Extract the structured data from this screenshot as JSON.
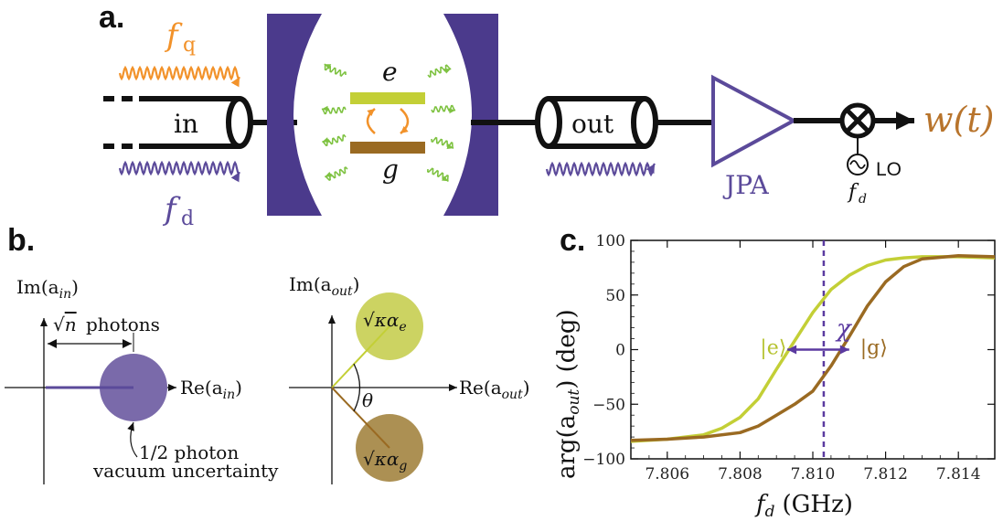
{
  "panels": {
    "a": {
      "label": "a.",
      "fq_symbol": "f",
      "fq_sub": "q",
      "fd_symbol": "f",
      "fd_sub": "d",
      "in_label": "in",
      "out_label": "out",
      "e_label": "e",
      "g_label": "g",
      "jpa_label": "JPA",
      "lo_label": "LO",
      "lo_freq_symbol": "f",
      "lo_freq_sub": "d",
      "output_label": "w(t)",
      "colors": {
        "drive": "#5b4a9a",
        "cavity": "#4b3a8c",
        "qubit_freq": "#f2922a",
        "excited": "#c3cf36",
        "ground": "#9a6a22",
        "photon": "#7ec241",
        "output": "#b8742c"
      }
    },
    "b": {
      "label": "b.",
      "left": {
        "im_axis": "Im(a",
        "im_sub": "in",
        "re_axis": "Re(a",
        "re_sub": "in",
        "photons_label": "photons",
        "photons_symbol": "n",
        "uncertainty_line1": "1/2 photon",
        "uncertainty_line2": "vacuum uncertainty"
      },
      "right": {
        "im_axis": "Im(a",
        "im_sub": "out",
        "re_axis": "Re(a",
        "re_sub": "out",
        "theta": "θ",
        "alpha_e": "κα",
        "alpha_e_sub": "e",
        "alpha_g": "κα",
        "alpha_g_sub": "g"
      }
    },
    "c": {
      "label": "c."
    }
  },
  "chart_data": {
    "type": "line",
    "xlabel": "f_d (GHz)",
    "xlabel_symbol": "f",
    "xlabel_sub": "d",
    "xlabel_unit": "(GHz)",
    "ylabel": "arg(a_out) (deg)",
    "ylabel_prefix": "arg(a",
    "ylabel_sub": "out",
    "ylabel_unit": ") (deg)",
    "xlim": [
      7.805,
      7.815
    ],
    "ylim": [
      -100,
      100
    ],
    "x_ticks": [
      "7.806",
      "7.808",
      "7.810",
      "7.812",
      "7.814"
    ],
    "x_tick_values": [
      7.806,
      7.808,
      7.81,
      7.812,
      7.814
    ],
    "y_ticks": [
      "100",
      "50",
      "0",
      "−50",
      "−100"
    ],
    "y_tick_values": [
      100,
      50,
      0,
      -50,
      -100
    ],
    "dashed_line_x": 7.8103,
    "chi_label": "χ",
    "state_e_label": "|e⟩",
    "state_g_label": "|g⟩",
    "series": [
      {
        "name": "|e⟩",
        "color": "#c3cf36",
        "x": [
          7.805,
          7.806,
          7.807,
          7.8075,
          7.808,
          7.8085,
          7.809,
          7.8095,
          7.81,
          7.8105,
          7.811,
          7.8115,
          7.812,
          7.8125,
          7.813,
          7.814,
          7.815
        ],
        "y": [
          -84,
          -82,
          -78,
          -72,
          -62,
          -45,
          -18,
          8,
          34,
          55,
          68,
          77,
          82,
          84,
          85,
          85,
          84
        ]
      },
      {
        "name": "|g⟩",
        "color": "#9a6a22",
        "x": [
          7.805,
          7.806,
          7.807,
          7.808,
          7.8085,
          7.809,
          7.8095,
          7.81,
          7.8105,
          7.811,
          7.8115,
          7.812,
          7.8125,
          7.813,
          7.814,
          7.815
        ],
        "y": [
          -83,
          -82,
          -80,
          -76,
          -70,
          -60,
          -50,
          -38,
          -15,
          12,
          40,
          62,
          76,
          83,
          86,
          85
        ]
      }
    ]
  }
}
